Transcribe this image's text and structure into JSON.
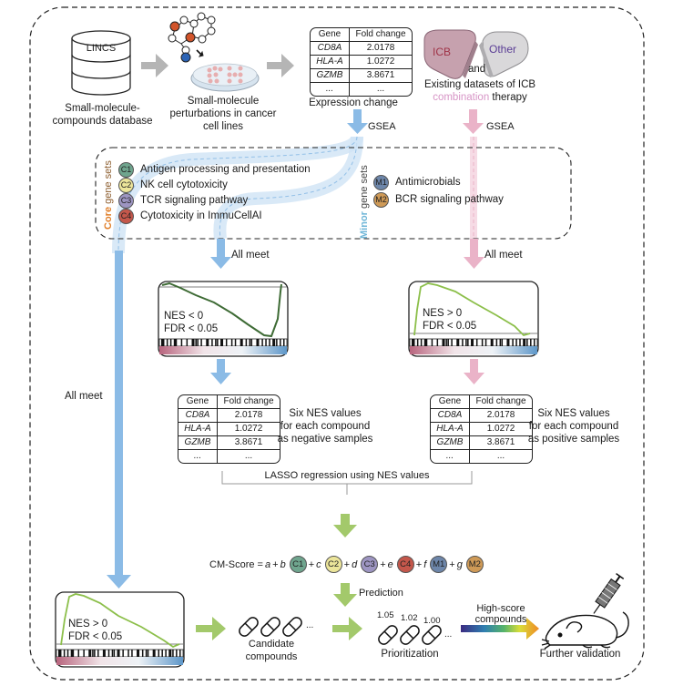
{
  "top": {
    "database": {
      "icon_label": "LINCS",
      "caption_line1": "Small-molecule-",
      "caption_line2": "compounds database"
    },
    "perturbation": {
      "caption_line1": "Small-molecule",
      "caption_line2": "perturbations in cancer",
      "caption_line3": "cell lines"
    },
    "expression_table": {
      "headers": [
        "Gene",
        "Fold change"
      ],
      "rows": [
        [
          "CD8A",
          "2.0178"
        ],
        [
          "HLA-A",
          "1.0272"
        ],
        [
          "GZMB",
          "3.8671"
        ],
        [
          "...",
          "..."
        ]
      ],
      "caption": "Expression change"
    },
    "icb": {
      "left_label": "ICB",
      "right_label": "Other",
      "joiner": "and",
      "caption_line1": "Existing datasets of ICB",
      "caption_word_colored": "combination",
      "caption_rest": " therapy"
    },
    "gsea_left": "GSEA",
    "gsea_right": "GSEA"
  },
  "gene_sets": {
    "core_label": {
      "part1": "Core",
      "part2": " gene sets"
    },
    "minor_label": {
      "part1": "Minor",
      "part2": " gene sets"
    },
    "core": [
      {
        "id": "C1",
        "label": "Antigen processing and presentation",
        "color": "#6fa58e"
      },
      {
        "id": "C2",
        "label": "NK cell cytotoxicity",
        "color": "#ece59a"
      },
      {
        "id": "C3",
        "label": "TCR signaling pathway",
        "color": "#9d95c2"
      },
      {
        "id": "C4",
        "label": "Cytotoxicity in ImmuCellAI",
        "color": "#c4574b"
      }
    ],
    "minor": [
      {
        "id": "M1",
        "label": "Antimicrobials",
        "color": "#6d86aa"
      },
      {
        "id": "M2",
        "label": "BCR signaling pathway",
        "color": "#cf9a57"
      }
    ]
  },
  "flow": {
    "all_meet_left": "All meet",
    "all_meet_right": "All meet",
    "all_meet_long": "All meet",
    "gsea_neg": {
      "line1": "NES < 0",
      "line2": "FDR < 0.05"
    },
    "gsea_pos": {
      "line1": "NES > 0",
      "line2": "FDR < 0.05"
    },
    "gsea_bottom": {
      "line1": "NES > 0",
      "line2": "FDR < 0.05"
    },
    "neg_table": {
      "headers": [
        "Gene",
        "Fold change"
      ],
      "rows": [
        [
          "CD8A",
          "2.0178"
        ],
        [
          "HLA-A",
          "1.0272"
        ],
        [
          "GZMB",
          "3.8671"
        ],
        [
          "...",
          "..."
        ]
      ],
      "note_line1": "Six NES values",
      "note_line2": "for each compound",
      "note_line3": "as negative samples"
    },
    "pos_table": {
      "headers": [
        "Gene",
        "Fold change"
      ],
      "rows": [
        [
          "CD8A",
          "2.0178"
        ],
        [
          "HLA-A",
          "1.0272"
        ],
        [
          "GZMB",
          "3.8671"
        ],
        [
          "...",
          "..."
        ]
      ],
      "note_line1": "Six NES values",
      "note_line2": "for each compound",
      "note_line3": "as positive samples"
    },
    "lasso": "LASSO regression using NES values",
    "formula": {
      "prefix": "CM-Score = ",
      "terms": [
        {
          "coef": "a",
          "badge": null
        },
        {
          "coef": "b",
          "badge": "C1"
        },
        {
          "coef": "c",
          "badge": "C2"
        },
        {
          "coef": "d",
          "badge": "C3"
        },
        {
          "coef": "e",
          "badge": "C4"
        },
        {
          "coef": "f",
          "badge": "M1"
        },
        {
          "coef": "g",
          "badge": "M2"
        }
      ]
    },
    "prediction": "Prediction"
  },
  "bottom": {
    "candidate_caption_line1": "Candidate",
    "candidate_caption_line2": "compounds",
    "ellipsis": "...",
    "scores": [
      "1.05",
      "1.02",
      "1.00"
    ],
    "prioritization": "Prioritization",
    "high_score_line1": "High-score",
    "high_score_line2": "compounds",
    "validation": "Further validation"
  },
  "colors": {
    "blue_arrow": "#8bbbe6",
    "pink_arrow": "#eab3c8",
    "green_arrow": "#a3c96b",
    "gray_arrow": "#b5b5b5",
    "dark_curve": "#3e6b35",
    "light_curve": "#8cbf4a",
    "combination_text": "#d795c6"
  }
}
